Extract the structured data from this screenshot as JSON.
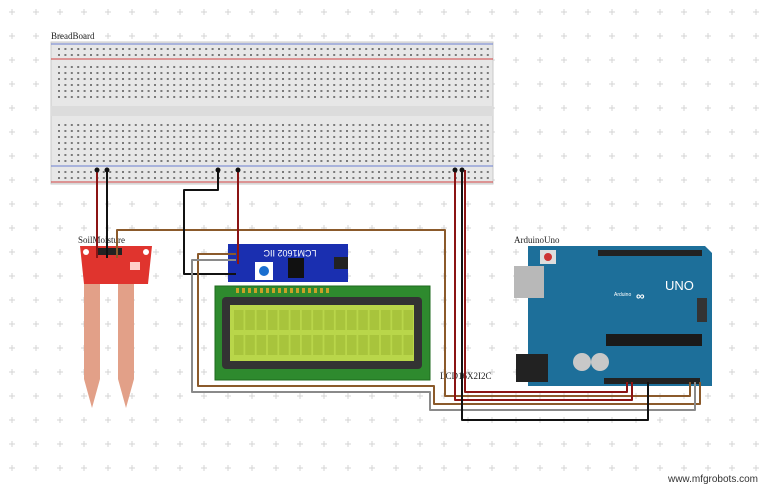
{
  "labels": {
    "breadboard": "BreadBoard",
    "soil": "SoilMoisture",
    "arduino": "ArduinoUno",
    "lcd": "LCD16X2I2C",
    "i2c": "LCM1602 IIC",
    "watermark": "www.mfgrobots.com",
    "arduino_logo": "UNO",
    "arduino_brand": "Arduino"
  },
  "colors": {
    "wire_red": "#8b1414",
    "wire_black": "#111111",
    "wire_brown": "#8b5a2b",
    "wire_gray": "#8a8a8a",
    "breadboard": "#e6e6e6",
    "arduino": "#1d6f9a",
    "lcd_board": "#2f8a2f",
    "lcd_screen": "#b9d64a",
    "i2c_board": "#1a2fb0",
    "sensor": "#e0342e",
    "probe": "#e0a088"
  }
}
